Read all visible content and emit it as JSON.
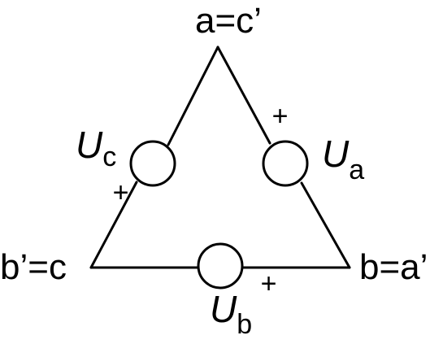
{
  "nodes": {
    "top": "a=c’",
    "left": "b’=c",
    "right": "b=a’"
  },
  "sources": {
    "a": {
      "symbol": "U",
      "subscript": "a",
      "polarity": "+"
    },
    "b": {
      "symbol": "U",
      "subscript": "b",
      "polarity": "+"
    },
    "c": {
      "symbol": "U",
      "subscript": "c",
      "polarity": "+"
    }
  },
  "colors": {
    "stroke": "#000000",
    "background": "#ffffff"
  }
}
